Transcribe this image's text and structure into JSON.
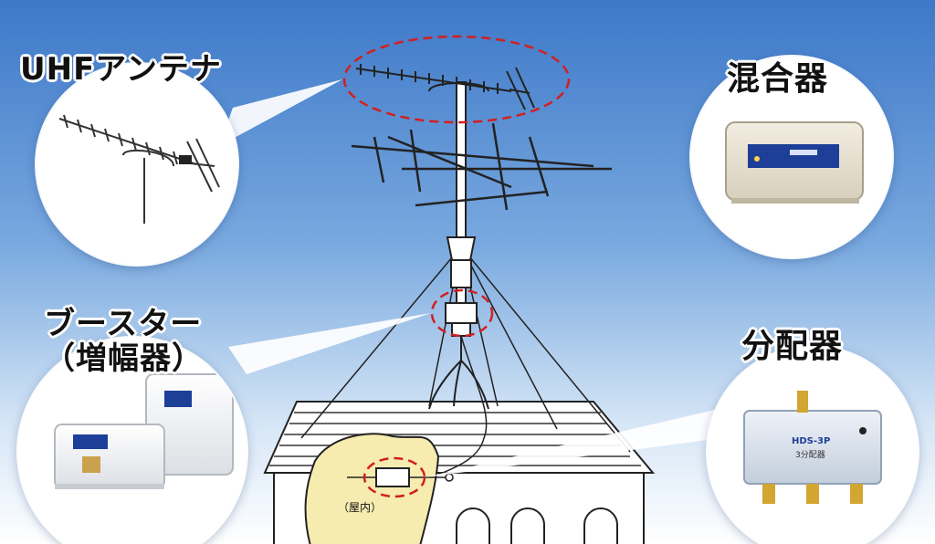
{
  "labels": {
    "uhf_antenna": "UHFアンテナ",
    "mixer": "混合器",
    "booster_line1": "ブースター",
    "booster_line2": "（増幅器）",
    "splitter": "分配器",
    "indoor": "（屋内）"
  },
  "icons": {
    "uhf_antenna": "uhf-antenna-icon",
    "mixer": "mixer-device-icon",
    "booster": "booster-device-icon",
    "splitter": "splitter-device-icon"
  },
  "device_text": {
    "splitter_model": "HDS-3P",
    "splitter_type": "3分配器"
  },
  "colors": {
    "background_top": "#3d78c8",
    "background_bottom": "#ffffff",
    "highlight_dash": "#d21f1f",
    "indoor_area": "#f6ecb0"
  }
}
